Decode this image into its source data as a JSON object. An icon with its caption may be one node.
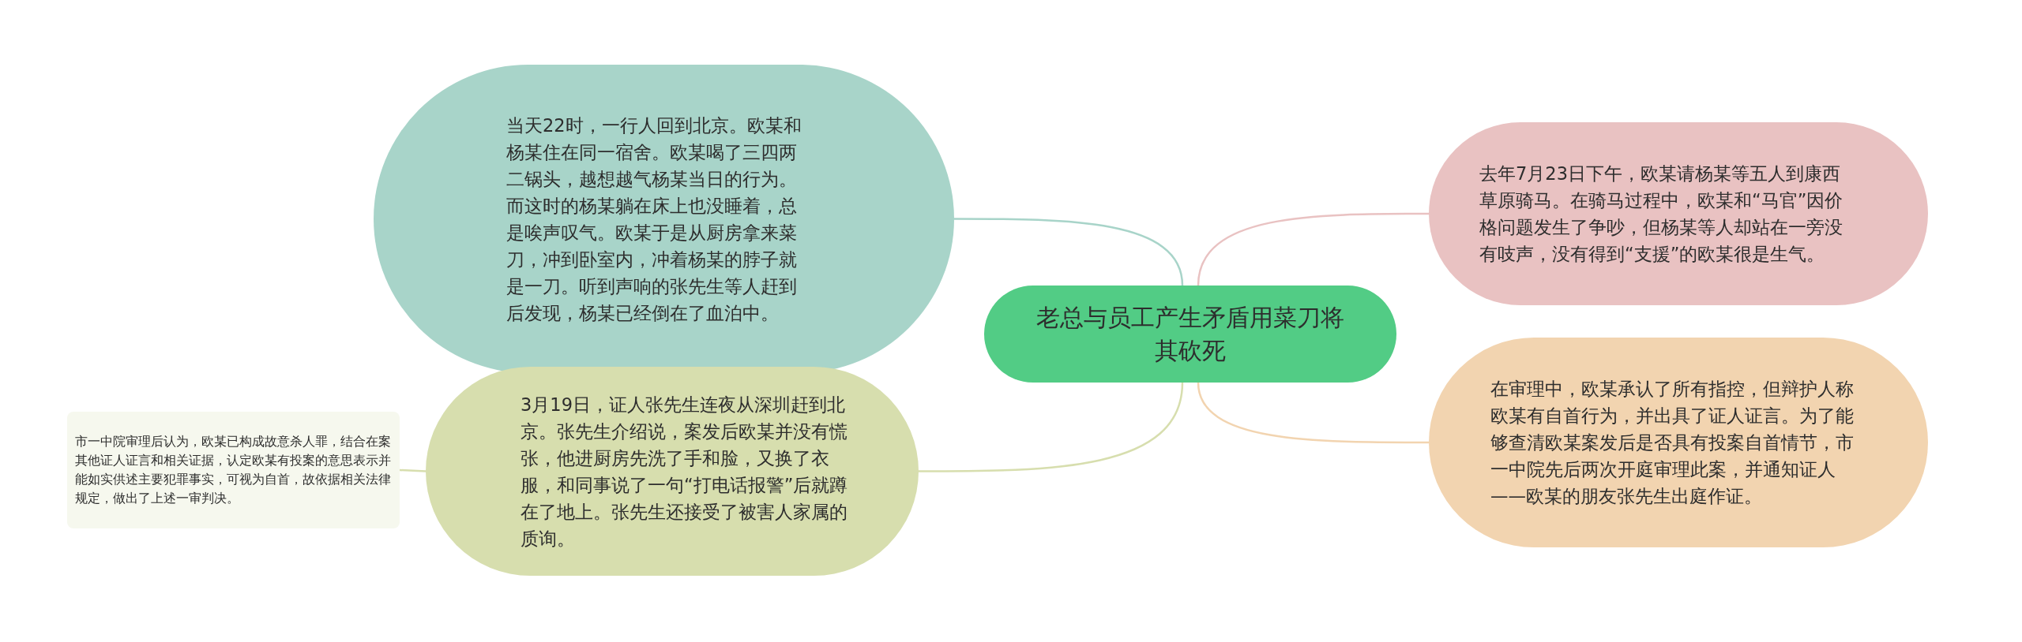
{
  "diagram": {
    "nodes": [
      {
        "text": [
          "老总与员工产生矛盾用菜刀将其砍死"
        ]
      },
      {
        "text": [
          "当天22时，一行人回到北京。欧某和杨某住在同一宿舍。欧某喝了三四两二锅头，越想越气杨某当日的行为。而这时的杨某躺在床上也没睡着，总是唉声叹气。欧某于是从厨房拿来菜刀，冲到卧室内，冲着杨某的脖子就是一刀。听到声响的张先生等人赶到后发现，杨某已经倒在了血泊中。"
        ]
      },
      {
        "text": [
          "去年7月23日下午，欧某请杨某等五人到康西草原骑马。在骑马过程中，欧某和“马官”因价格问题发生了争吵，但杨某等人却站在一旁没有吱声，没有得到“支援”的欧某很是生气。"
        ]
      },
      {
        "text": [
          "3月19日，证人张先生连夜从深圳赶到北京。张先生介绍说，案发后欧某并没有慌张，他进厨房先洗了手和脸，又换了衣服，和同事说了一句“打电话报警”后就蹲在了地上。张先生还接受了被害人家属的质询。"
        ]
      },
      {
        "text": [
          "在审理中，欧某承认了所有指控，但辩护人称欧某有自首行为，并出具了证人证言。为了能够查清欧某案发后是否具有投案自首情节，市一中院先后两次开庭审理此案，并通知证人——欧某的朋友张先生出庭作证。"
        ]
      },
      {
        "text": [
          "市一中院审理后认为，欧某已构成故意杀人罪，结合在案其他证人证言和相关证据，认定欧某有投案的意思表示并能如实供述主要犯罪事实，可视为自首，故依据相关法律规定，做出了上述一审判决。"
        ]
      }
    ],
    "edges": [
      {
        "from": 0,
        "to": 1,
        "arrow": "none",
        "color": "#a8d4c9"
      },
      {
        "from": 0,
        "to": 2,
        "arrow": "none",
        "color": "#e9c2c2"
      },
      {
        "from": 0,
        "to": 3,
        "arrow": "none",
        "color": "#d7deae"
      },
      {
        "from": 0,
        "to": 4,
        "arrow": "none",
        "color": "#f2d4b0"
      },
      {
        "from": 3,
        "to": 5,
        "arrow": "none",
        "color": "#d7deae"
      }
    ]
  }
}
